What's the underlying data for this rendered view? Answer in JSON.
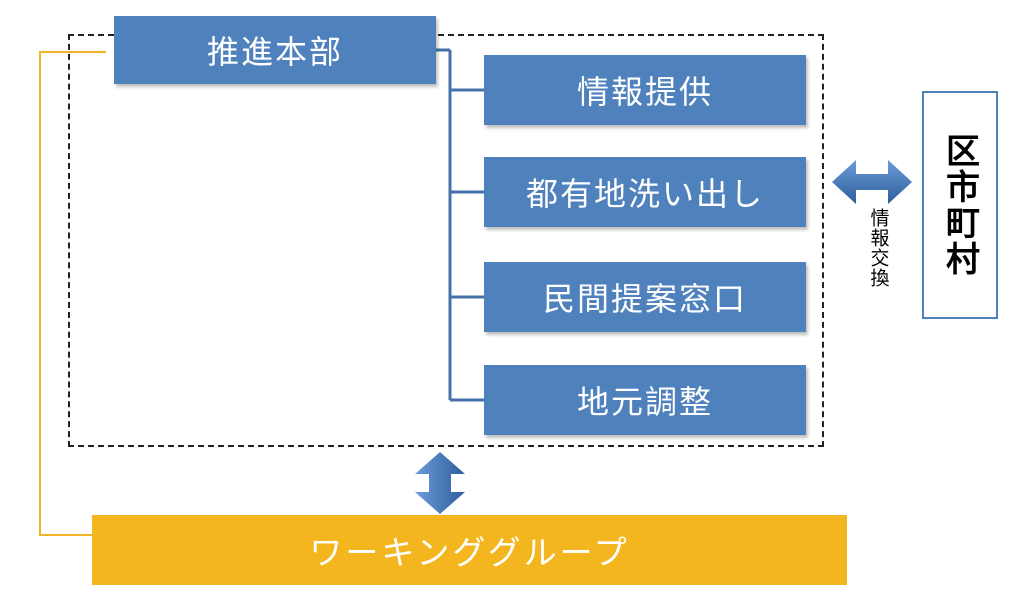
{
  "headquarters": {
    "label": "推進本部"
  },
  "functions": [
    {
      "label": "情報提供"
    },
    {
      "label": "都有地洗い出し"
    },
    {
      "label": "民間提案窓口"
    },
    {
      "label": "地元調整"
    }
  ],
  "working_group": {
    "label": "ワーキンググループ"
  },
  "municipalities": {
    "label": "区市町村"
  },
  "exchange": {
    "label": "情報交換"
  },
  "colors": {
    "box_blue": "#4f81bd",
    "connector_blue": "#4472a8",
    "working_group_yellow": "#f4b61e",
    "link_line_yellow": "#f0b429"
  }
}
